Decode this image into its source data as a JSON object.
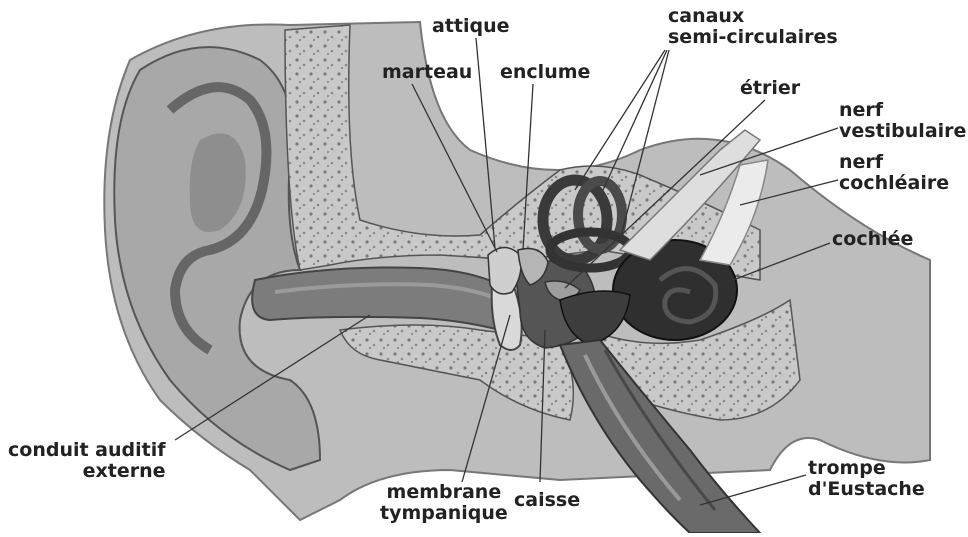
{
  "labels": {
    "attique": "attique",
    "marteau": "marteau",
    "enclume": "enclume",
    "canaux_line1": "canaux",
    "canaux_line2": "semi-circulaires",
    "etrier": "étrier",
    "nerf_vest_line1": "nerf",
    "nerf_vest_line2": "vestibulaire",
    "nerf_coch_line1": "nerf",
    "nerf_coch_line2": "cochléaire",
    "cochlee": "cochlée",
    "conduit_line1": "conduit auditif",
    "conduit_line2": "externe",
    "membrane_line1": "membrane",
    "membrane_line2": "tympanique",
    "caisse": "caisse",
    "trompe_line1": "trompe",
    "trompe_line2": "d'Eustache"
  }
}
